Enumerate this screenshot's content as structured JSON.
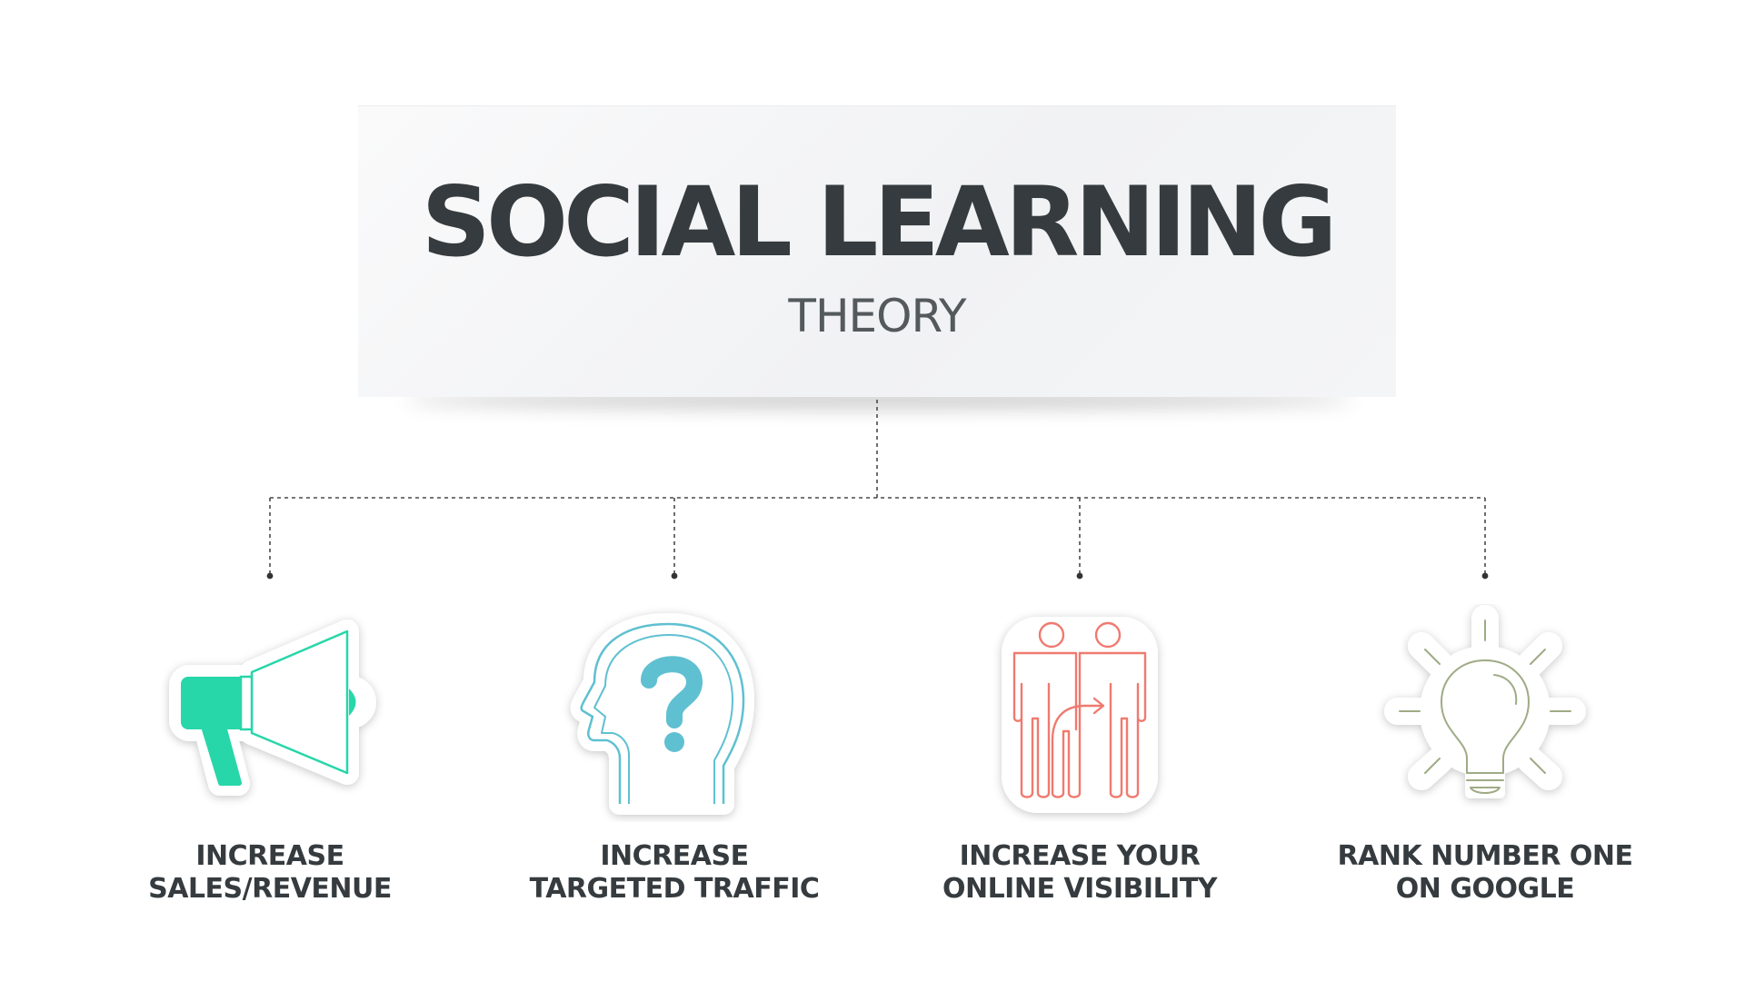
{
  "title": {
    "main": "SOCIAL LEARNING",
    "sub": "THEORY"
  },
  "items": [
    {
      "icon": "megaphone-icon",
      "label_line1": "INCREASE",
      "label_line2": "SALES/REVENUE",
      "color": "#27d6a9"
    },
    {
      "icon": "head-question-icon",
      "label_line1": "INCREASE",
      "label_line2": "TARGETED TRAFFIC",
      "color": "#5fc0d1"
    },
    {
      "icon": "people-icon",
      "label_line1": "INCREASE YOUR",
      "label_line2": "ONLINE VISIBILITY",
      "color": "#ef7a6f"
    },
    {
      "icon": "lightbulb-icon",
      "label_line1": "RANK NUMBER ONE",
      "label_line2": "ON GOOGLE",
      "color": "#9fab85"
    }
  ],
  "colors": {
    "title_text": "#353b3e",
    "subtitle_text": "#54595c",
    "connector": "#4a4a4a",
    "card_background": "#f3f4f5"
  }
}
